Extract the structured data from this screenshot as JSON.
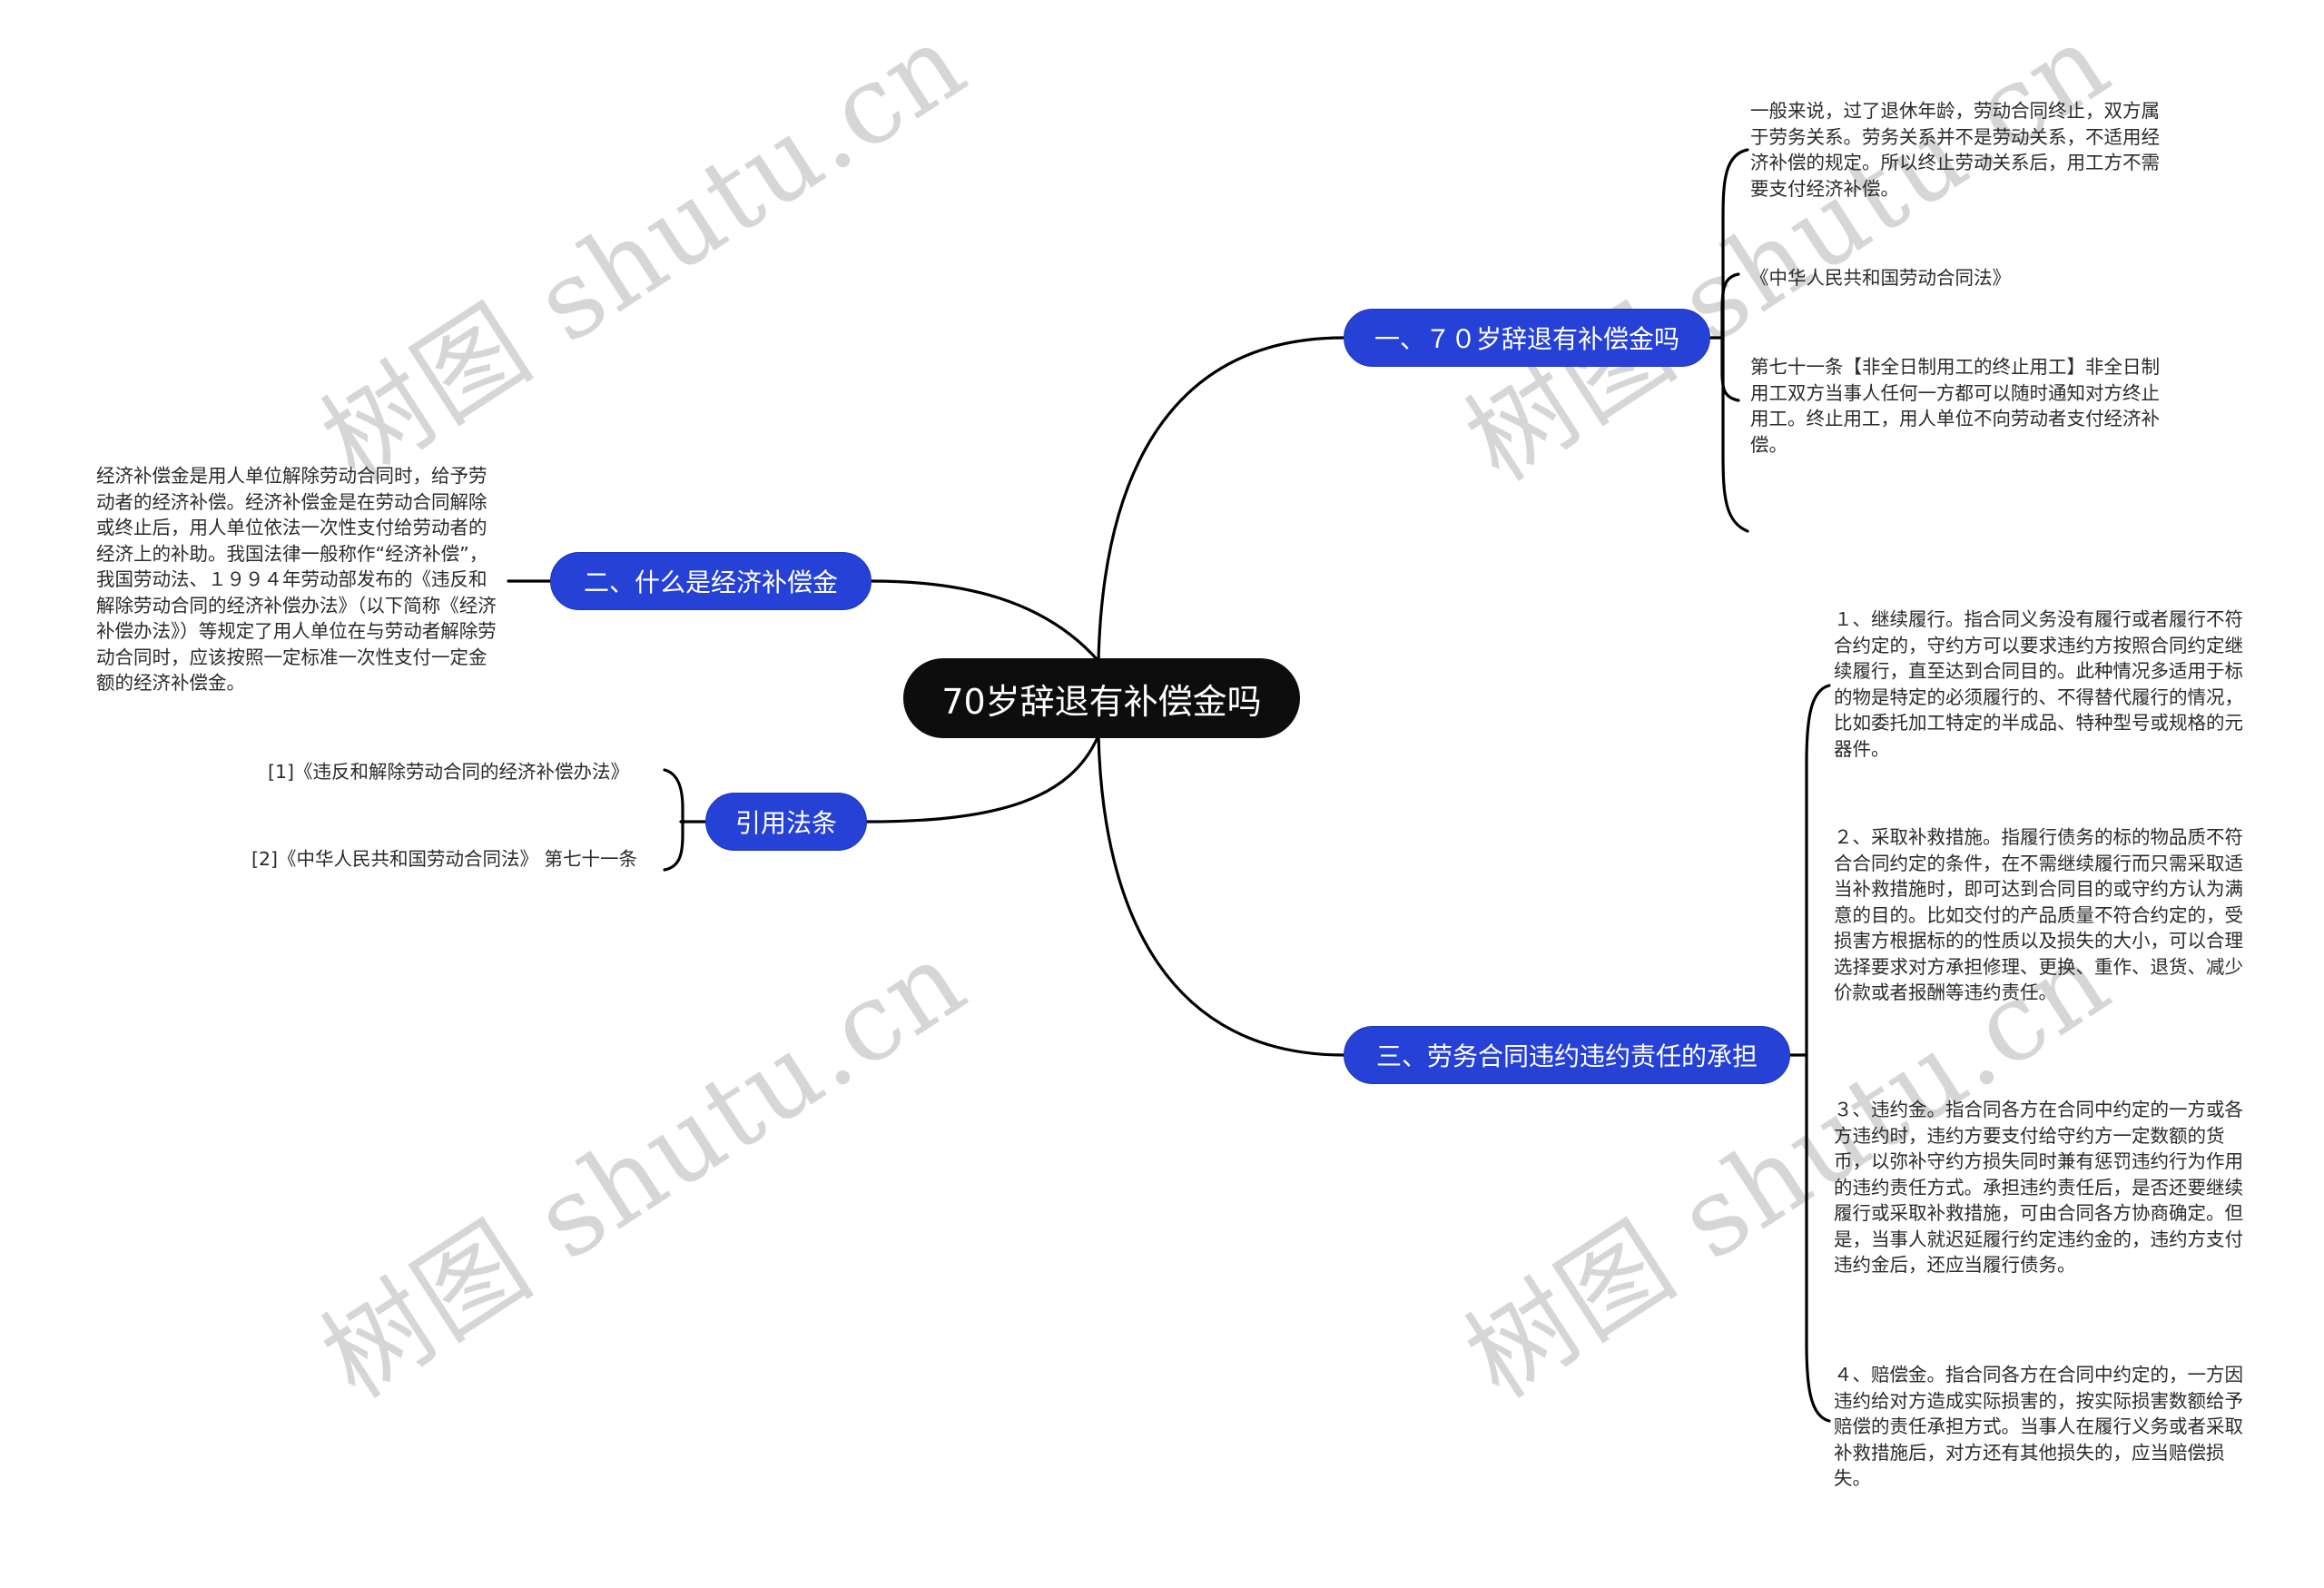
{
  "root": {
    "label": "70岁辞退有补偿金吗"
  },
  "branches": [
    {
      "id": "b1",
      "label": "一、７０岁辞退有补偿金吗",
      "children": [
        {
          "text": "一般来说，过了退休年龄，劳动合同终止，双方属于劳务关系。劳务关系并不是劳动关系，不适用经济补偿的规定。所以终止劳动关系后，用工方不需要支付经济补偿。"
        },
        {
          "text": "《中华人民共和国劳动合同法》",
          "children": [
            {
              "text": "第七十一条【非全日制用工的终止用工】非全日制用工双方当事人任何一方都可以随时通知对方终止用工。终止用工，用人单位不向劳动者支付经济补偿。"
            }
          ]
        }
      ]
    },
    {
      "id": "b2",
      "label": "二、什么是经济补偿金",
      "children": [
        {
          "text": "经济补偿金是用人单位解除劳动合同时，给予劳动者的经济补偿。经济补偿金是在劳动合同解除或终止后，用人单位依法一次性支付给劳动者的经济上的补助。我国法律一般称作“经济补偿”，我国劳动法、１９９４年劳动部发布的《违反和解除劳动合同的经济补偿办法》（以下简称《经济补偿办法》）等规定了用人单位在与劳动者解除劳动合同时，应该按照一定标准一次性支付一定金额的经济补偿金。"
        }
      ]
    },
    {
      "id": "b3",
      "label": "引用法条",
      "children": [
        {
          "text": "[1]《违反和解除劳动合同的经济补偿办法》"
        },
        {
          "text": "[2]《中华人民共和国劳动合同法》 第七十一条"
        }
      ]
    },
    {
      "id": "b4",
      "label": "三、劳务合同违约违约责任的承担",
      "children": [
        {
          "text": "１、继续履行。指合同义务没有履行或者履行不符合约定的，守约方可以要求违约方按照合同约定继续履行，直至达到合同目的。此种情况多适用于标的物是特定的必须履行的、不得替代履行的情况，比如委托加工特定的半成品、特种型号或规格的元器件。"
        },
        {
          "text": "２、采取补救措施。指履行债务的标的物品质不符合合同约定的条件，在不需继续履行而只需采取适当补救措施时，即可达到合同目的或守约方认为满意的目的。比如交付的产品质量不符合约定的，受损害方根据标的的性质以及损失的大小，可以合理选择要求对方承担修理、更换、重作、退货、减少价款或者报酬等违约责任。"
        },
        {
          "text": "３、违约金。指合同各方在合同中约定的一方或各方违约时，违约方要支付给守约方一定数额的货币，以弥补守约方损失同时兼有惩罚违约行为作用的违约责任方式。承担违约责任后，是否还要继续履行或采取补救措施，可由合同各方协商确定。但是，当事人就迟延履行约定违约金的，违约方支付违约金后，还应当履行债务。"
        },
        {
          "text": "４、赔偿金。指合同各方在合同中约定的，一方因违约给对方造成实际损害的，按实际损害数额给予赔偿的责任承担方式。当事人在履行义务或者采取补救措施后，对方还有其他损失的，应当赔偿损失。"
        }
      ]
    }
  ],
  "watermark": {
    "text": "树图 shutu.cn"
  },
  "colors": {
    "root_bg": "#0d0d0d",
    "branch_bg": "#2641d6",
    "line": "#000000",
    "text": "#2b2b2b",
    "watermark": "#d6d6d6"
  }
}
